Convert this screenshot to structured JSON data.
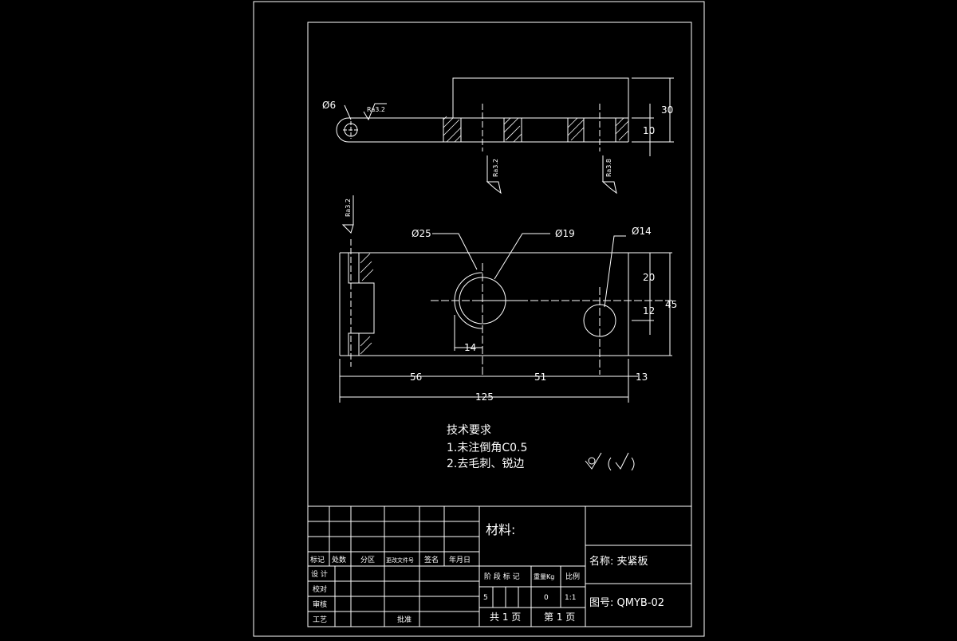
{
  "drawing": {
    "top_view": {
      "hole_dia": "Ø6",
      "roughness_left": "Ra3.2",
      "roughness_mid": "Ra3.2",
      "roughness_right": "Ra3.8",
      "height_total": "30",
      "height_plate": "10"
    },
    "front_view": {
      "roughness_left": "Ra3.2",
      "dia_25": "Ø25",
      "dia_19": "Ø19",
      "dia_14": "Ø14",
      "dim_20": "20",
      "dim_12": "12",
      "dim_45": "45",
      "dim_14": "14",
      "dim_56": "56",
      "dim_51": "51",
      "dim_13": "13",
      "dim_125": "125"
    },
    "tech_req": {
      "title": "技术要求",
      "line1": "1.未注倒角C0.5",
      "line2": "2.去毛刺、锐边"
    }
  },
  "title_block": {
    "material_label": "材料:",
    "name_label": "名称: 夹紧板",
    "drawing_no": "图号: QMYB-02",
    "headers": [
      "标记",
      "处数",
      "分区",
      "更改文件号",
      "签名",
      "年月日"
    ],
    "roles": [
      "设 计",
      "校对",
      "审核",
      "工艺"
    ],
    "approve": "批准",
    "stage_headers": [
      "阶 段 标 记",
      "重量Kg",
      "比例"
    ],
    "stage_value": "5",
    "weight_value": "0",
    "scale_value": "1:1",
    "total_pages": "共 1 页",
    "page_no": "第 1 页"
  }
}
